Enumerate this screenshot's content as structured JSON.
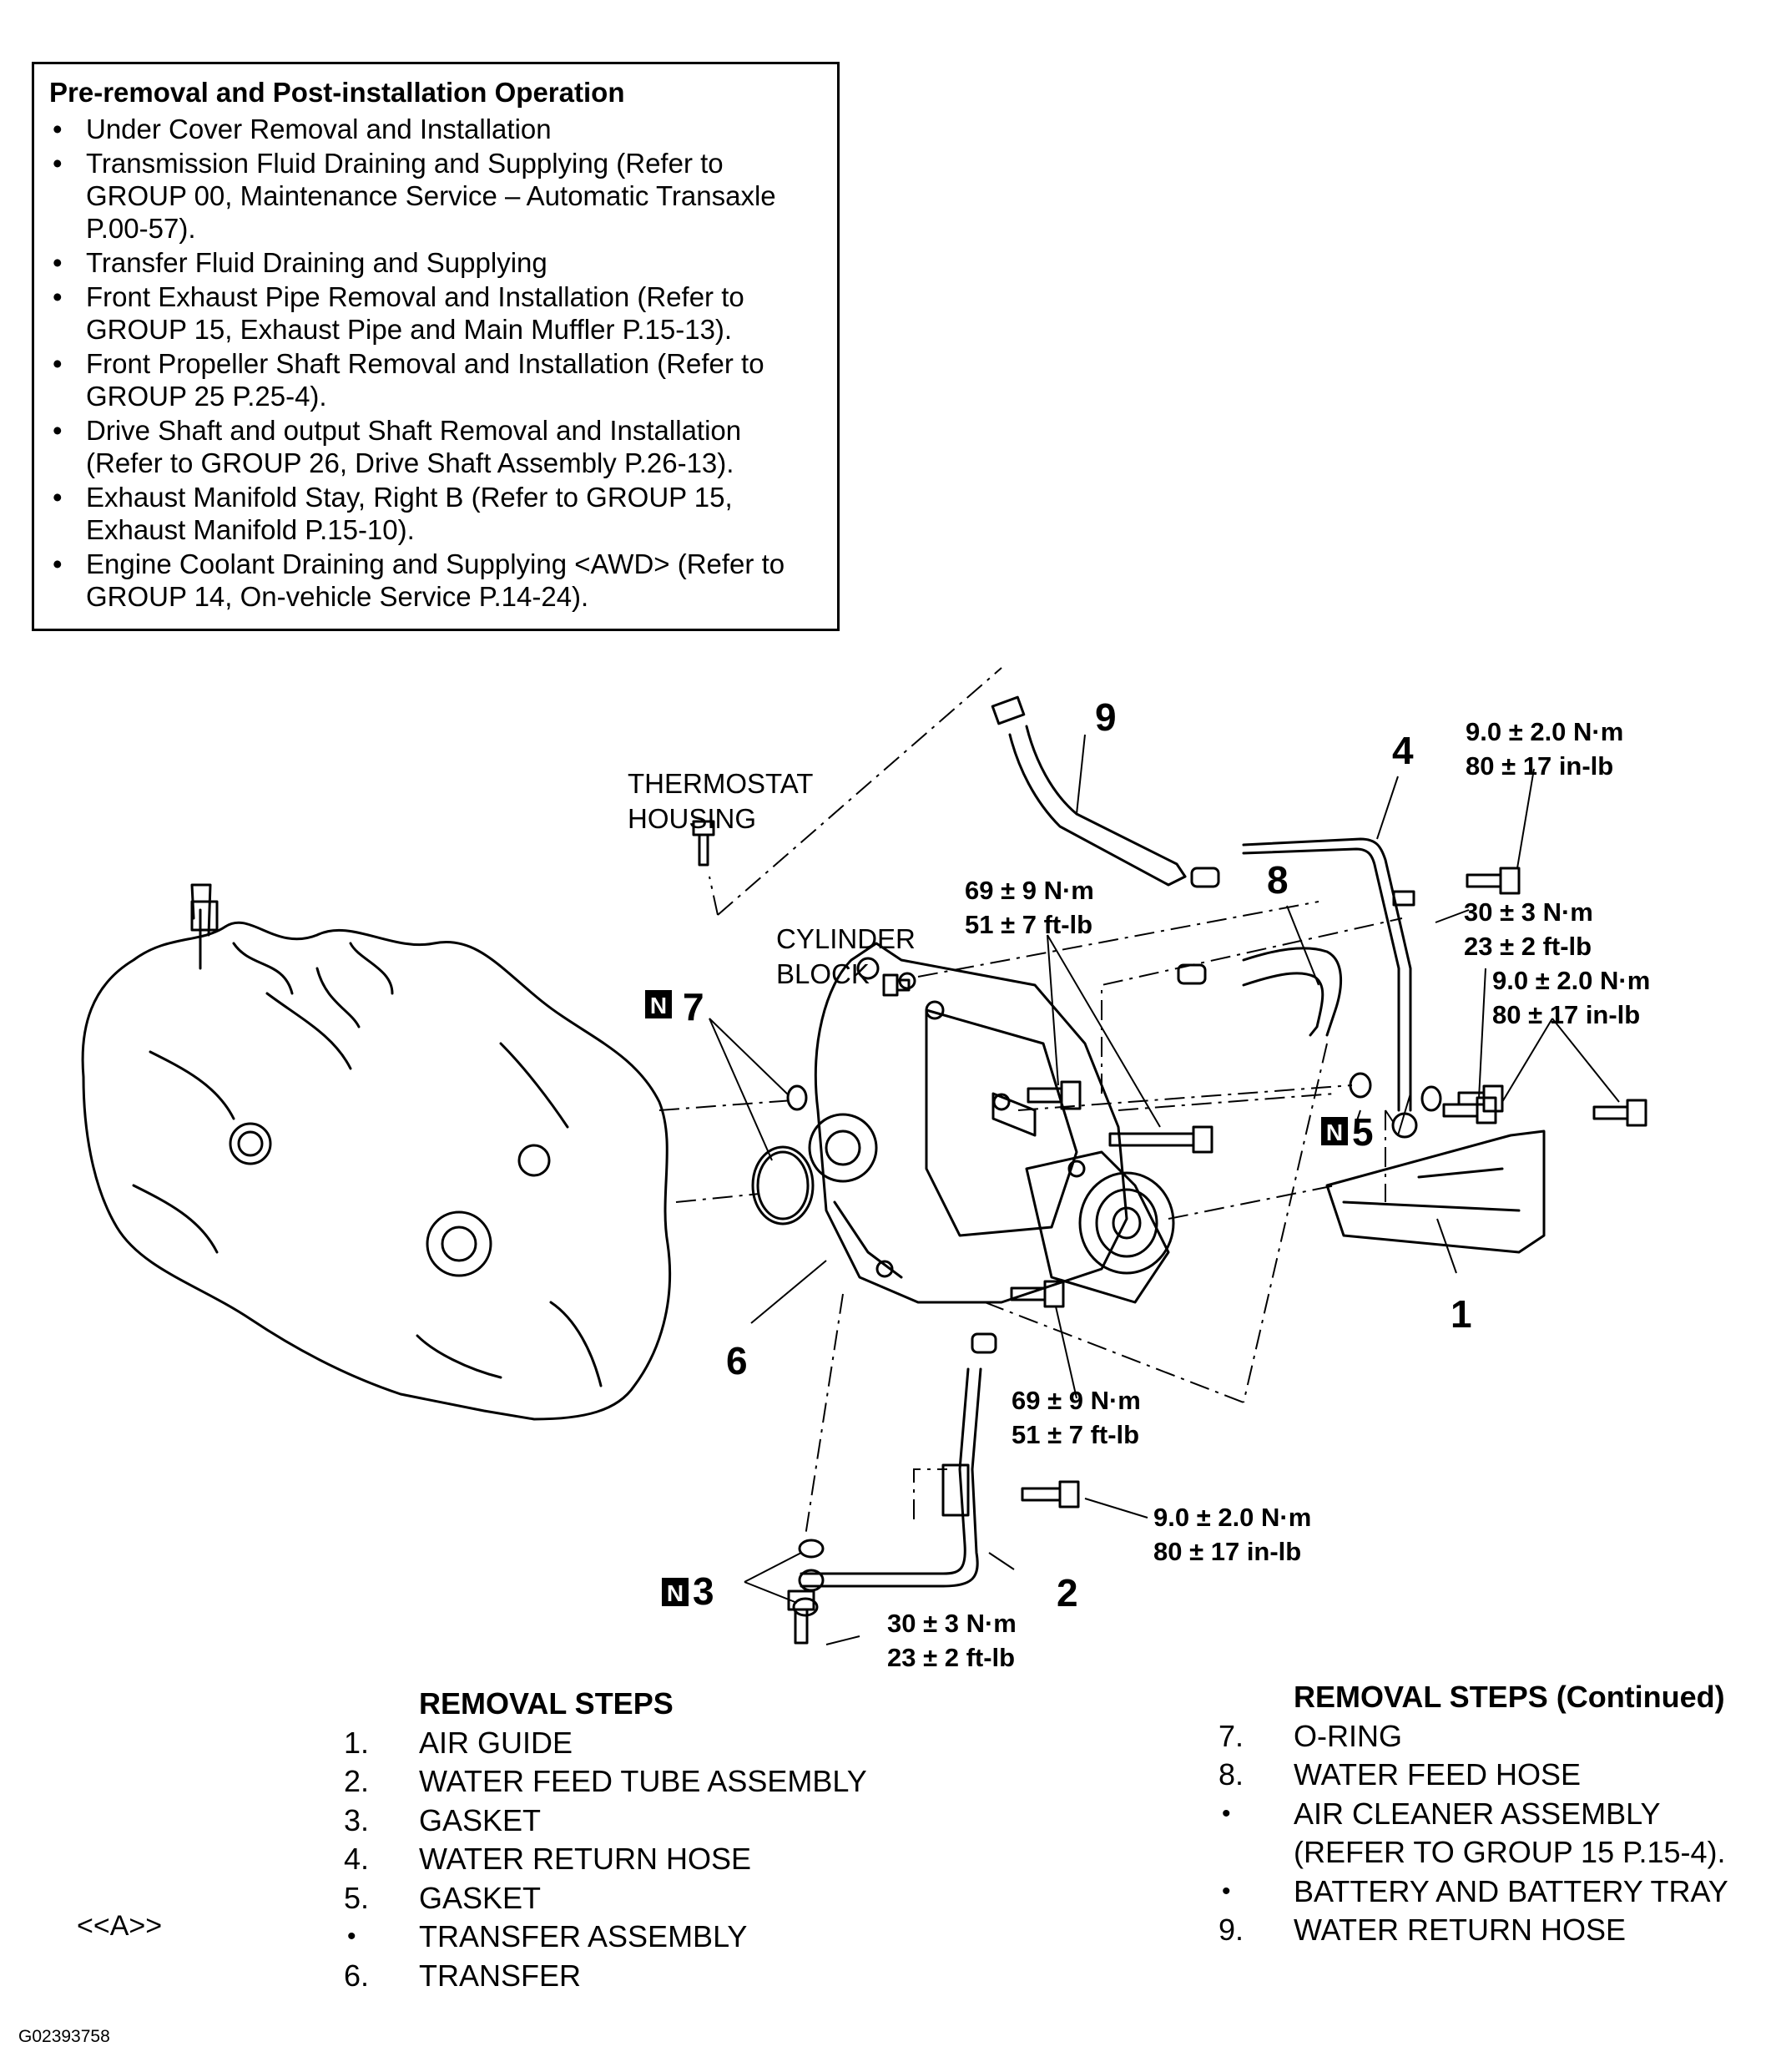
{
  "pre_operation": {
    "title": "Pre-removal and Post-installation Operation",
    "bullet_symbol": "•",
    "items": [
      {
        "lines": [
          "Under Cover Removal and Installation"
        ]
      },
      {
        "lines": [
          "Transmission Fluid Draining and Supplying (Refer to",
          "GROUP 00, Maintenance Service – Automatic Transaxle",
          "P.00-57)."
        ]
      },
      {
        "lines": [
          "Transfer Fluid Draining and Supplying"
        ]
      },
      {
        "lines": [
          "Front Exhaust Pipe Removal and Installation (Refer to",
          "GROUP 15, Exhaust Pipe and Main Muffler P.15-13)."
        ]
      },
      {
        "lines": [
          "Front Propeller Shaft Removal and Installation (Refer to",
          "GROUP 25 P.25-4)."
        ]
      },
      {
        "lines": [
          "Drive Shaft and output Shaft Removal and Installation",
          "(Refer to GROUP 26, Drive Shaft Assembly P.26-13)."
        ]
      },
      {
        "lines": [
          "Exhaust Manifold Stay, Right B (Refer to GROUP 15,",
          "Exhaust Manifold P.15-10)."
        ]
      },
      {
        "lines": [
          "Engine Coolant Draining and Supplying <AWD> (Refer to",
          "GROUP 14, On-vehicle Service P.14-24)."
        ]
      }
    ]
  },
  "diagram": {
    "labels": {
      "thermostat_1": "THERMOSTAT",
      "thermostat_2": "HOUSING",
      "cylinder_1": "CYLINDER",
      "cylinder_2": "BLOCK",
      "n_mark": "N"
    },
    "callouts": {
      "c1": "1",
      "c2": "2",
      "c3": "3",
      "c4": "4",
      "c5": "5",
      "c6": "6",
      "c7": "7",
      "c8": "8",
      "c9": "9"
    },
    "torques": {
      "t9nm_a": "9.0 ± 2.0 N·m",
      "t9lb_a": "80 ± 17 in-lb",
      "t30nm_a": "30 ± 3 N·m",
      "t30lb_a": "23 ± 2 ft-lb",
      "t9nm_b": "9.0 ± 2.0 N·m",
      "t9lb_b": "80 ± 17 in-lb",
      "t69nm_a": "69 ± 9 N·m",
      "t69lb_a": "51 ± 7 ft-lb",
      "t69nm_b": "69 ± 9 N·m",
      "t69lb_b": "51 ± 7 ft-lb",
      "t9nm_c": "9.0 ± 2.0 N·m",
      "t9lb_c": "80 ± 17 in-lb",
      "t30nm_b": "30 ± 3 N·m",
      "t30lb_b": "23 ± 2 ft-lb"
    }
  },
  "removal_steps": {
    "heading": "REMOVAL STEPS",
    "items": [
      {
        "num": "1.",
        "text": "AIR GUIDE"
      },
      {
        "num": "2.",
        "text": "WATER FEED TUBE ASSEMBLY"
      },
      {
        "num": "3.",
        "text": "GASKET"
      },
      {
        "num": "4.",
        "text": "WATER RETURN HOSE"
      },
      {
        "num": "5.",
        "text": "GASKET"
      },
      {
        "num": "•",
        "text": "TRANSFER ASSEMBLY"
      },
      {
        "num": "6.",
        "text": "TRANSFER"
      }
    ],
    "ref_label": "<<A>>"
  },
  "removal_steps_continued": {
    "heading": "REMOVAL STEPS (Continued)",
    "items": [
      {
        "num": "7.",
        "text": "O-RING"
      },
      {
        "num": "8.",
        "text": "WATER FEED HOSE"
      },
      {
        "num": "•",
        "text": "AIR CLEANER ASSEMBLY"
      },
      {
        "num": "",
        "text": "(REFER TO GROUP 15 P.15-4)."
      },
      {
        "num": "•",
        "text": "BATTERY AND BATTERY TRAY"
      },
      {
        "num": "9.",
        "text": "WATER RETURN HOSE"
      }
    ]
  },
  "figure_id": "G02393758"
}
